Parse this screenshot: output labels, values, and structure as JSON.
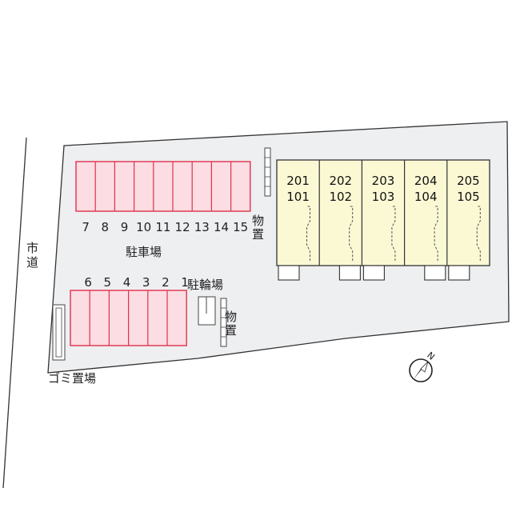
{
  "labels": {
    "road": "市道",
    "parking": "駐車場",
    "bicycle_parking": "駐輪場",
    "storage": "物置",
    "garbage": "ゴミ置場",
    "north": "N"
  },
  "parking_top": [
    "7",
    "8",
    "9",
    "10",
    "11",
    "12",
    "13",
    "14",
    "15"
  ],
  "parking_bottom": [
    "6",
    "5",
    "4",
    "3",
    "2",
    "1"
  ],
  "units": [
    {
      "upper": "201",
      "lower": "101"
    },
    {
      "upper": "202",
      "lower": "102"
    },
    {
      "upper": "203",
      "lower": "103"
    },
    {
      "upper": "204",
      "lower": "104"
    },
    {
      "upper": "205",
      "lower": "105"
    }
  ],
  "colors": {
    "site": "#eeeff1",
    "parking_fill": "#fbdde3",
    "parking_line": "#e0314b",
    "building": "#fbf9d4",
    "outline": "#333333"
  }
}
